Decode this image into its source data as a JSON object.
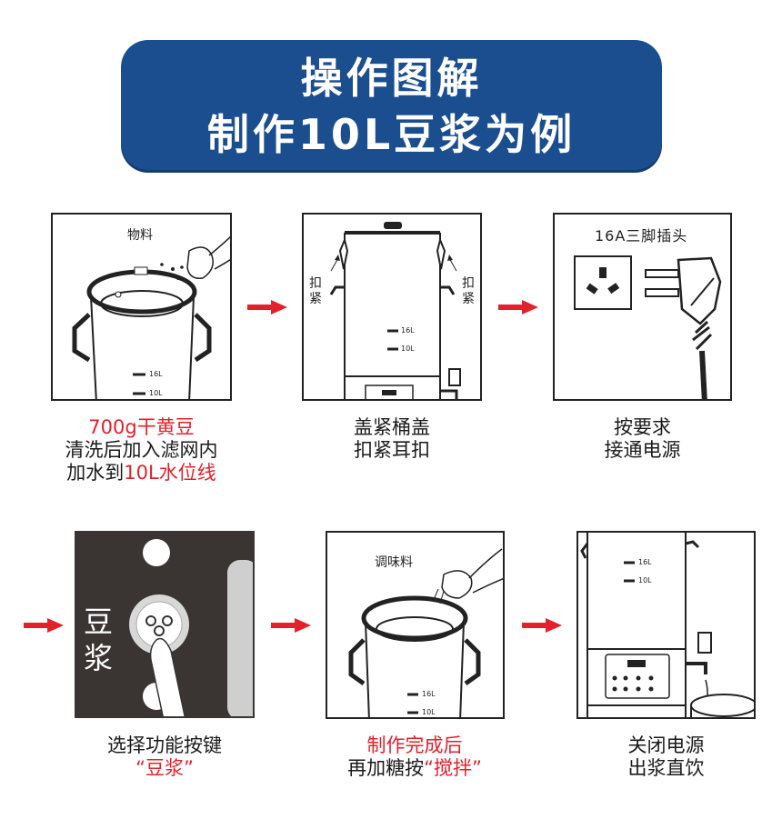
{
  "title": {
    "line1": "操作图解",
    "line2": "制作10L豆浆为例"
  },
  "steps": [
    {
      "label": "物料",
      "marks": [
        "16L",
        "10L"
      ],
      "cap1": "700g干黄豆",
      "cap2": "清洗后加入滤网内",
      "cap3a": "加水到",
      "cap3b": "10L水位线"
    },
    {
      "side_left": "扣紧",
      "side_right": "扣紧",
      "marks": [
        "16L",
        "10L"
      ],
      "cap1": "盖紧桶盖",
      "cap2": "扣紧耳扣"
    },
    {
      "label": "16A三脚插头",
      "cap1": "按要求",
      "cap2": "接通电源"
    },
    {
      "button": "豆浆",
      "cap1": "选择功能按键",
      "cap2": "“豆浆”"
    },
    {
      "label": "调味料",
      "marks": [
        "16L",
        "10L"
      ],
      "cap1": "制作完成后",
      "cap2a": "再加糖按",
      "cap2b": "“搅拌”"
    },
    {
      "marks": [
        "16L",
        "10L"
      ],
      "cap1": "关闭电源",
      "cap2": "出浆直饮"
    }
  ],
  "colors": {
    "banner": "#1b4e8f",
    "accent": "#e3212b",
    "arrow": "#e3212b",
    "dark_panel": "#3a3533"
  }
}
